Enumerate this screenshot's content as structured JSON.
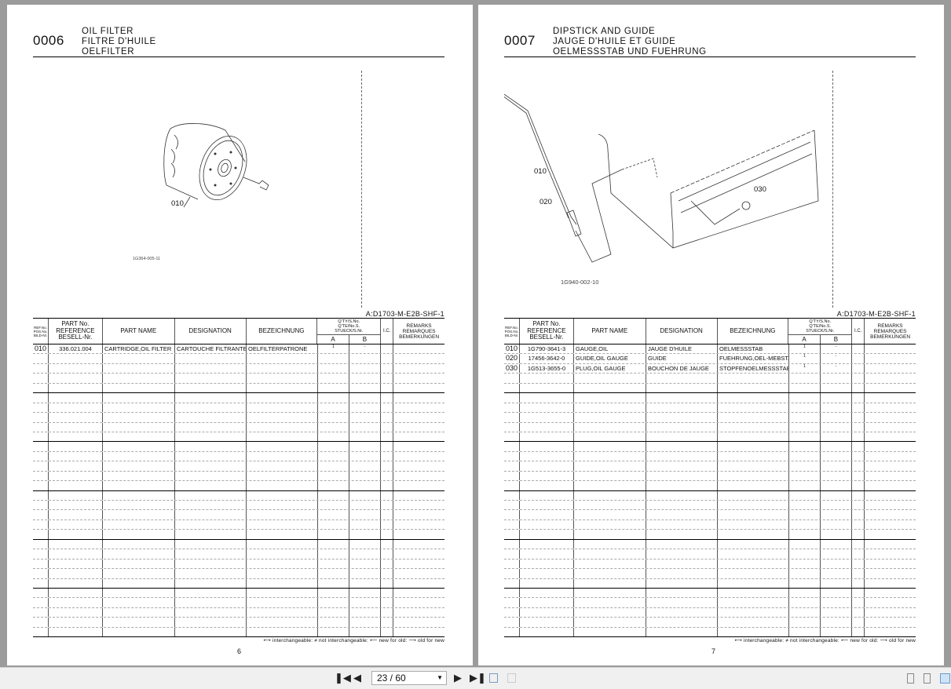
{
  "pages": [
    {
      "number": "0006",
      "titles": [
        "OIL FILTER",
        "FILTRE D'HUILE",
        "OELFILTER"
      ],
      "code": "A:D1703-M-E2B-SHF-1",
      "illustration": {
        "id": "1G364-005-11",
        "callouts": [
          "010"
        ]
      },
      "rows": [
        {
          "ref": "010",
          "part_no": "336.021.004",
          "part_name": "CARTRIDGE,OIL FILTER",
          "designation": "CARTOUCHE FILTRANTE",
          "bezeichnung": "OELFILTERPATRONE",
          "a": "1",
          "b": "-",
          "ic": "",
          "remarks": ""
        }
      ],
      "page_no": "6"
    },
    {
      "number": "0007",
      "titles": [
        "DIPSTICK AND GUIDE",
        "JAUGE D'HUILE ET GUIDE",
        "OELMESSSTAB UND FUEHRUNG"
      ],
      "code": "A:D1703-M-E2B-SHF-1",
      "illustration": {
        "id": "1G940-002-10",
        "callouts": [
          "010",
          "020",
          "030"
        ]
      },
      "rows": [
        {
          "ref": "010",
          "part_no": "1G790-3641-3",
          "part_name": "GAUGE,OIL",
          "designation": "JAUGE D'HUILE",
          "bezeichnung": "OELMESSSTAB",
          "a": "1",
          "b": "-",
          "ic": "",
          "remarks": ""
        },
        {
          "ref": "020",
          "part_no": "17456-3642-0",
          "part_name": "GUIDE,OIL GAUGE",
          "designation": "GUIDE",
          "bezeichnung": "FUEHRUNG,OEL-MEBSTAB",
          "a": "1",
          "b": "-",
          "ic": "",
          "remarks": ""
        },
        {
          "ref": "030",
          "part_no": "1G513-3655-0",
          "part_name": "PLUG,OIL GAUGE",
          "designation": "BOUCHON DE JAUGE",
          "bezeichnung": "STOPFENOELMESSSTAB",
          "a": "1",
          "b": "-",
          "ic": "",
          "remarks": ""
        }
      ],
      "page_no": "7"
    }
  ],
  "table_headers": {
    "ref": [
      "REF.No.",
      "POS.No.",
      "BILD-Nr."
    ],
    "part_no": [
      "PART No.",
      "REFERENCE",
      "BESELL-Nr."
    ],
    "part_name": "PART NAME",
    "designation": "DESIGNATION",
    "bezeichnung": "BEZEICHNUNG",
    "qty": [
      "Q'TY/S.No.",
      "Q'TE/No.S.",
      "STUECK/S.Nr."
    ],
    "qty_a": "A",
    "qty_b": "B",
    "ic": "I.C.",
    "remarks": [
      "REMARKS",
      "REMARQUES",
      "BEMERKUNGEN"
    ]
  },
  "legend": "⟷ interchangeable: ≠ not interchangeable: ⟵ new for old: ⟶ old for new",
  "toolbar": {
    "page_indicator": "23 / 60",
    "icons": [
      "first-page-icon",
      "prev-page-icon",
      "next-page-icon",
      "last-page-icon",
      "go-back-view-icon",
      "go-forward-view-icon",
      "single-page-view-icon",
      "continuous-view-icon",
      "facing-view-icon"
    ],
    "active_view": "facing"
  }
}
